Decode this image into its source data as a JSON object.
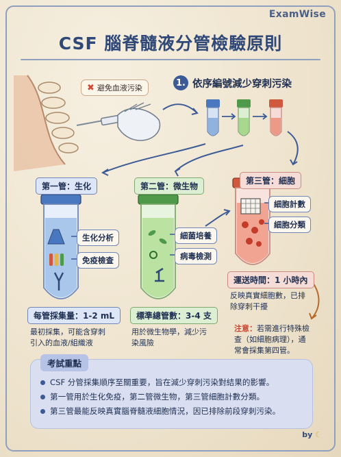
{
  "brand": "ExamWise",
  "title": "CSF 腦脊髓液分管檢驗原則",
  "warning": {
    "icon": "red-x-icon",
    "text": "避免血液污染"
  },
  "step": {
    "number": "1.",
    "text": "依序編號減少穿刺污染"
  },
  "cap_colors": {
    "tube1": "#4a78c0",
    "tube2": "#4f9a4a",
    "tube3": "#d0583c"
  },
  "tube1": {
    "label": "第一管：生化",
    "pills": [
      "生化分析",
      "免疫檢查"
    ],
    "stat": "每管採集量：1-2 mL",
    "desc_lines": [
      "最初採集，可能含穿刺",
      "引入的血液/組織液"
    ]
  },
  "tube2": {
    "label": "第二管：微生物",
    "pills": [
      "細菌培養",
      "病毒檢測"
    ],
    "stat": "標準總管數：3-4 支",
    "desc_lines": [
      "用於微生物學，減少污",
      "染風險"
    ]
  },
  "tube3": {
    "label": "第三管：細胞",
    "pills": [
      "細胞計數",
      "細胞分類"
    ],
    "stat": "運送時間：1 小時內",
    "desc_lines": [
      "反映真實細胞數，已排",
      "除穿刺干擾"
    ]
  },
  "caution": {
    "prefix": "注意：",
    "lines": [
      "若需進行特殊檢",
      "查（如細胞病理），通",
      "常會採集第四管。"
    ]
  },
  "exam": {
    "title": "考試重點",
    "points": [
      "CSF 分管採集順序至關重要，旨在減少穿刺污染對結果的影響。",
      "第一管用於生化免疫，第二管微生物，第三管細胞計數分類。",
      "第三管最能反映真實腦脊髓液細胞情況，因已排除前段穿刺污染。"
    ]
  },
  "byline": "by"
}
